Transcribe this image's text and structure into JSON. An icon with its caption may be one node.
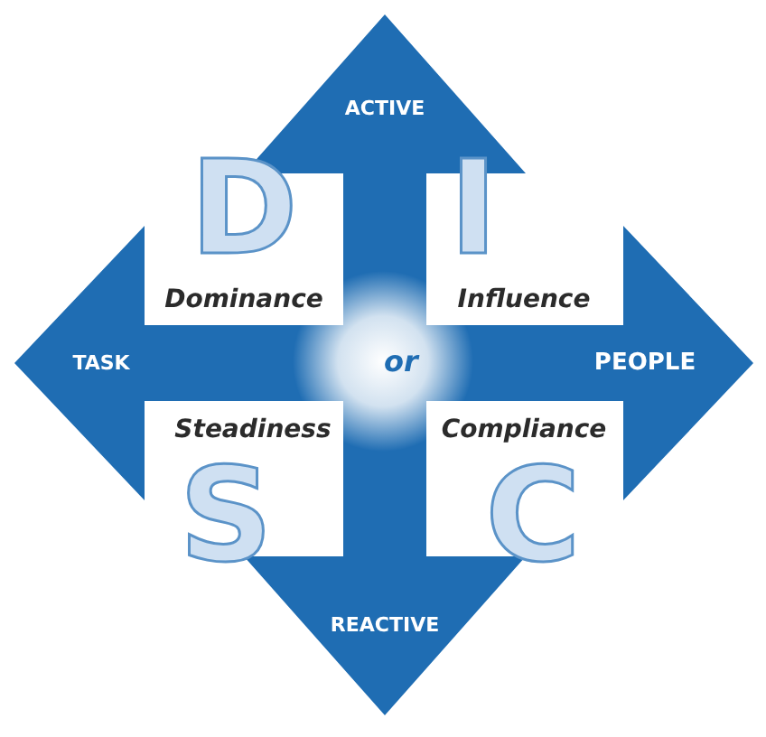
{
  "diagram": {
    "nodes": [
      {
        "text": [
          "ACTIVE"
        ]
      },
      {
        "text": [
          "TASK"
        ]
      },
      {
        "text": [
          "PEOPLE"
        ]
      },
      {
        "text": [
          "REACTIVE"
        ]
      }
    ],
    "labels": [
      "D",
      "I",
      "Dominance",
      "Influence",
      "or",
      "S",
      "C",
      "Steadiness",
      "Compliance"
    ]
  }
}
